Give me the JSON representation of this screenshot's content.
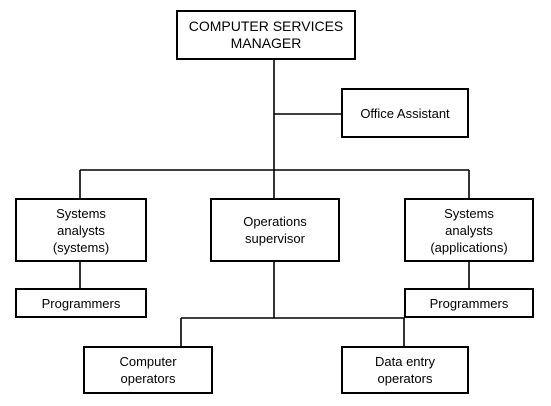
{
  "nodes": {
    "manager": [
      "COMPUTER SERVICES",
      "MANAGER"
    ],
    "assistant": [
      "Office Assistant"
    ],
    "sa_systems": [
      "Systems",
      "analysts",
      "(systems)"
    ],
    "ops_supervisor": [
      "Operations",
      "supervisor"
    ],
    "sa_applications": [
      "Systems",
      "analysts",
      "(applications)"
    ],
    "programmers_left": [
      "Programmers"
    ],
    "programmers_right": [
      "Programmers"
    ],
    "computer_operators": [
      "Computer",
      "operators"
    ],
    "data_entry_operators": [
      "Data entry",
      "operators"
    ]
  },
  "colors": {
    "line": "#000000",
    "box_border": "#000000",
    "background": "#ffffff"
  }
}
